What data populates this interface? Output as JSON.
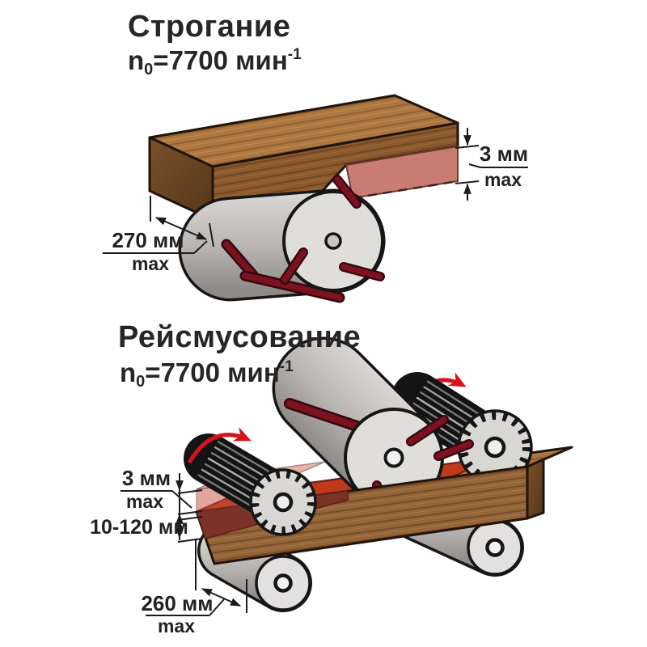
{
  "section_planing": {
    "title": "Строгание",
    "speed": {
      "base": "n",
      "sub": "0",
      "rest": "=7700 мин",
      "sup": "-1"
    },
    "dims": {
      "depth": {
        "value": "3 мм",
        "qualifier": "max"
      },
      "width": {
        "value": "270 мм",
        "qualifier": "max"
      }
    }
  },
  "section_thicknessing": {
    "title": "Рейсмусование",
    "speed": {
      "base": "n",
      "sub": "0",
      "rest": "=7700 мин",
      "sup": "-1"
    },
    "dims": {
      "depth": {
        "value": "3 мм",
        "qualifier": "max"
      },
      "thickness": {
        "value": "10-120 мм"
      },
      "width": {
        "value": "260 мм",
        "qualifier": "max"
      }
    }
  },
  "colors": {
    "accent_red_arrow": "#d6121c",
    "wood_top": "#ad7742",
    "wood_front": "#8a5a2e",
    "wood_end": "#5c3a1c",
    "chip_pink": "#c97d72",
    "cut_surface_red": "#bf3a1d",
    "cut_band_maroon": "#7c3227",
    "cutter_gray": "#e0deda",
    "knife_maroon": "#7b1220",
    "dimension_line": "#1c1c1c"
  }
}
